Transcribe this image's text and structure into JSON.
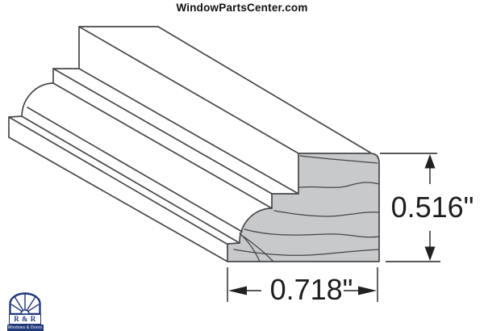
{
  "title": "WindowPartsCenter.com",
  "dimensions": {
    "height": "0.516\"",
    "width": "0.718\""
  },
  "logo": {
    "name": "R & R",
    "tagline": "Windows & Doors",
    "color": "#21397a"
  },
  "diagram": {
    "subject": "molding profile cross-section",
    "face_fill": "#c8c9cb",
    "line_color": "#46474a",
    "dimension_color": "#212121"
  }
}
